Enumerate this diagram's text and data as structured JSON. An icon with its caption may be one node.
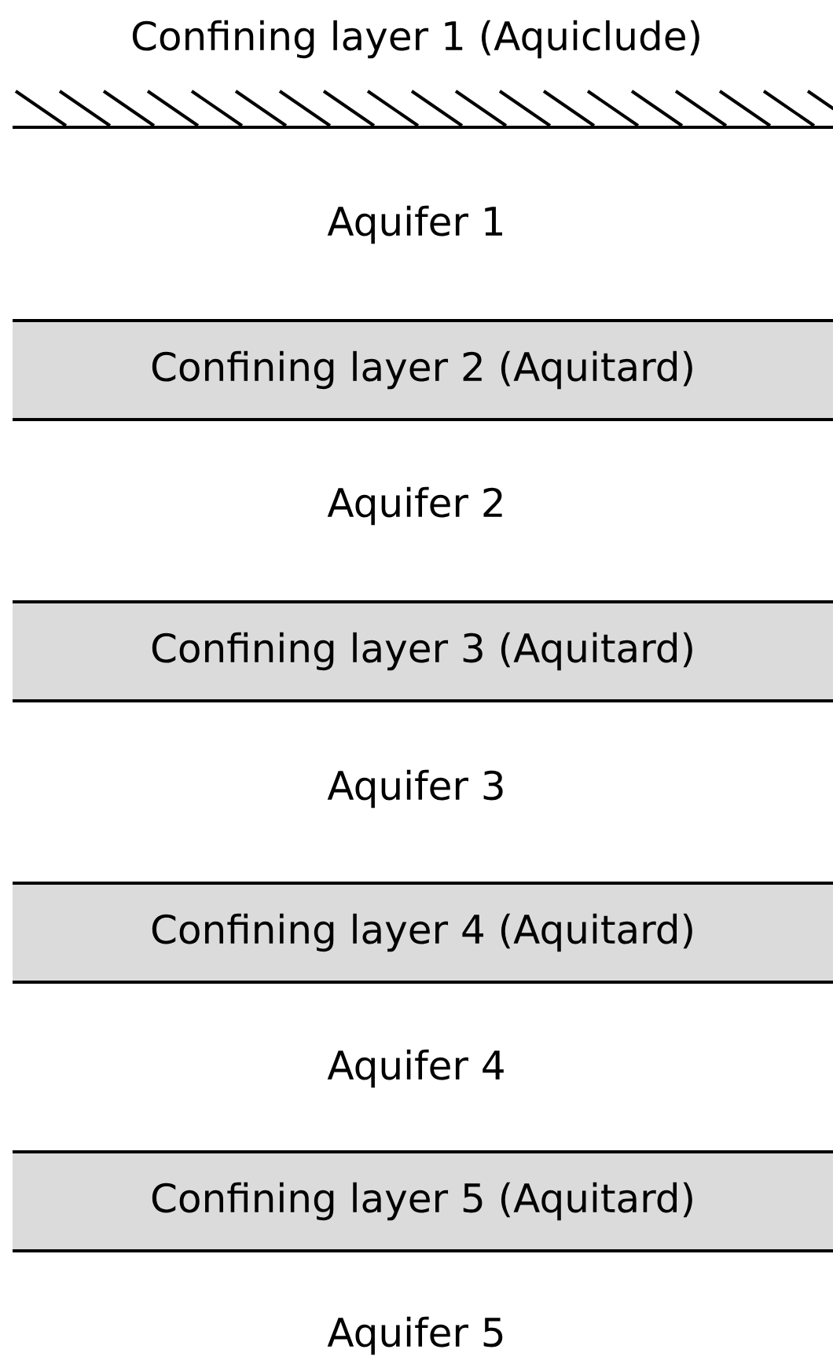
{
  "diagram": {
    "nodes": [
      {
        "text": [
          "Confining layer 2 (Aquitard)"
        ]
      },
      {
        "text": [
          "Confining layer 3 (Aquitard)"
        ]
      },
      {
        "text": [
          "Confining layer 4 (Aquitard)"
        ]
      },
      {
        "text": [
          "Confining layer 5 (Aquitard)"
        ]
      }
    ],
    "labels": [
      "Confining layer 1 (Aquiclude)",
      "Aquifer 1",
      "Aquifer 2",
      "Aquifer 3",
      "Aquifer 4",
      "Aquifer 5"
    ]
  }
}
